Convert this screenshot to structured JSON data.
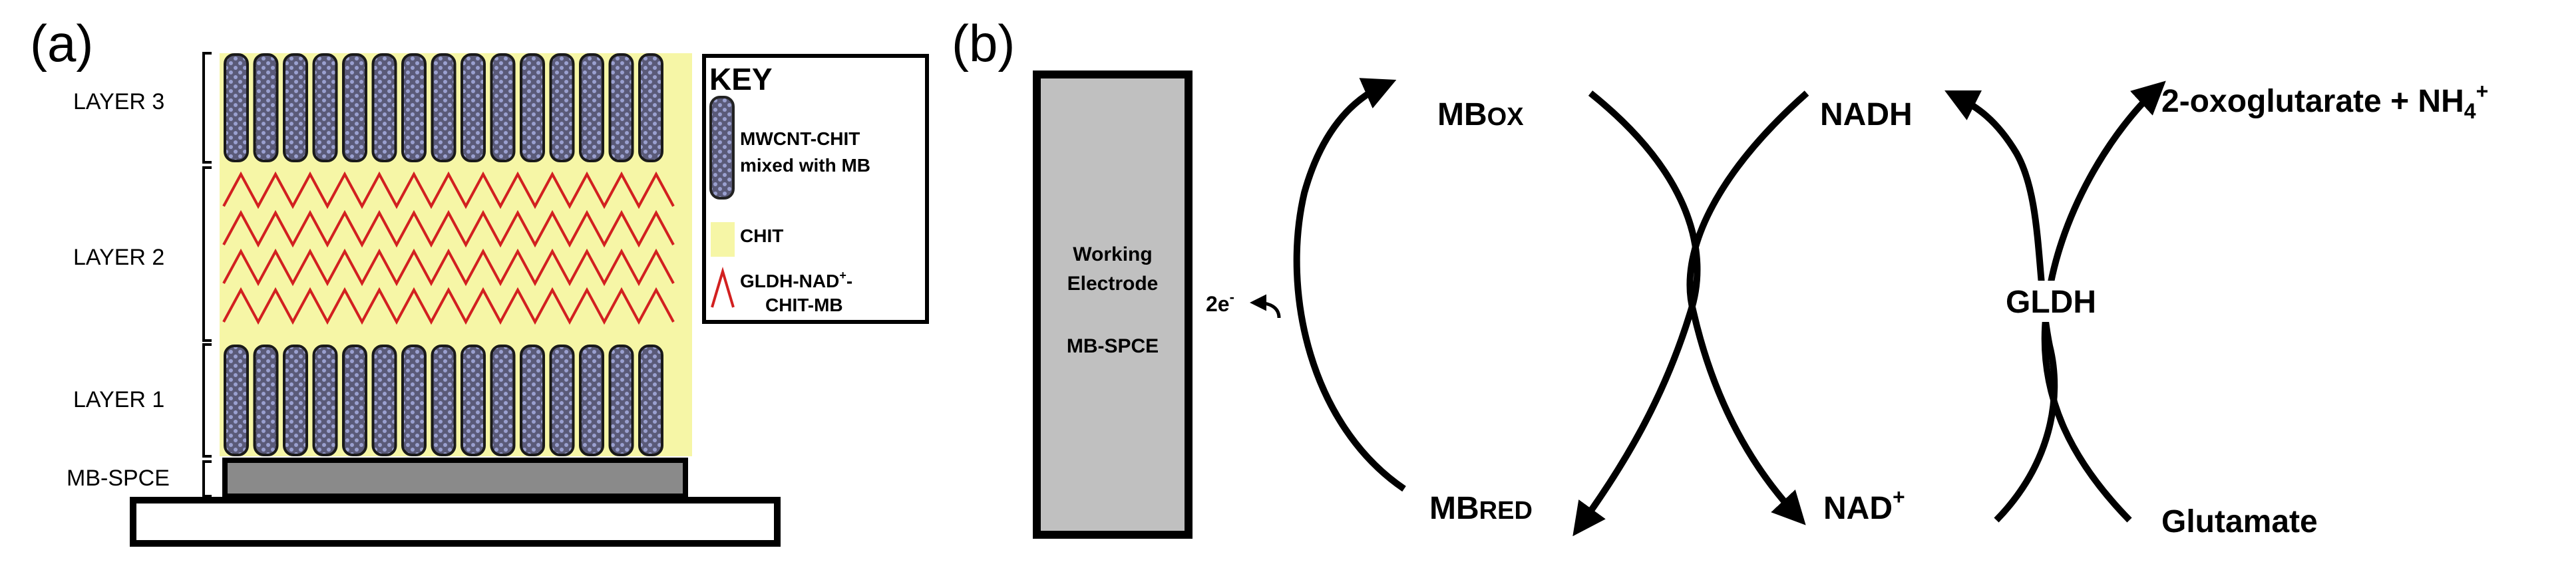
{
  "panel_a": {
    "label": "(a)",
    "layers": {
      "layer3": "LAYER 3",
      "layer2": "LAYER 2",
      "layer1": "LAYER 1",
      "substrate": "MB-SPCE"
    },
    "key": {
      "title": "KEY",
      "item1_line1": "MWCNT-CHIT",
      "item1_line2": "mixed with MB",
      "item2": "CHIT",
      "item3_line1": "GLDH-NAD",
      "item3_sup": "+",
      "item3_line1_tail": "-",
      "item3_line2": "CHIT-MB"
    },
    "colors": {
      "chit": "#f6f6a6",
      "zigzag": "#d22020",
      "rod_fill": "#5a5a78",
      "rod_dots": "#9aa0d0",
      "rod_outline": "#e8e86a",
      "substrate": "#8a8a8a"
    }
  },
  "panel_b": {
    "label": "(b)",
    "electrode": {
      "line1": "Working",
      "line2": "Electrode",
      "line3": "MB-SPCE",
      "fill": "#c0c0c0"
    },
    "electron": {
      "base": "2e",
      "sup": "-"
    },
    "mb_ox": {
      "main": "MB",
      "sub": "OX"
    },
    "mb_red": {
      "main": "MB",
      "sub": "RED"
    },
    "nadh": "NADH",
    "nad_plus": {
      "main": "NAD",
      "sup": "+"
    },
    "enzyme": "GLDH",
    "product": {
      "main": "2-oxoglutarate + NH",
      "sub": "4",
      "sup": "+"
    },
    "substrate": "Glutamate"
  }
}
